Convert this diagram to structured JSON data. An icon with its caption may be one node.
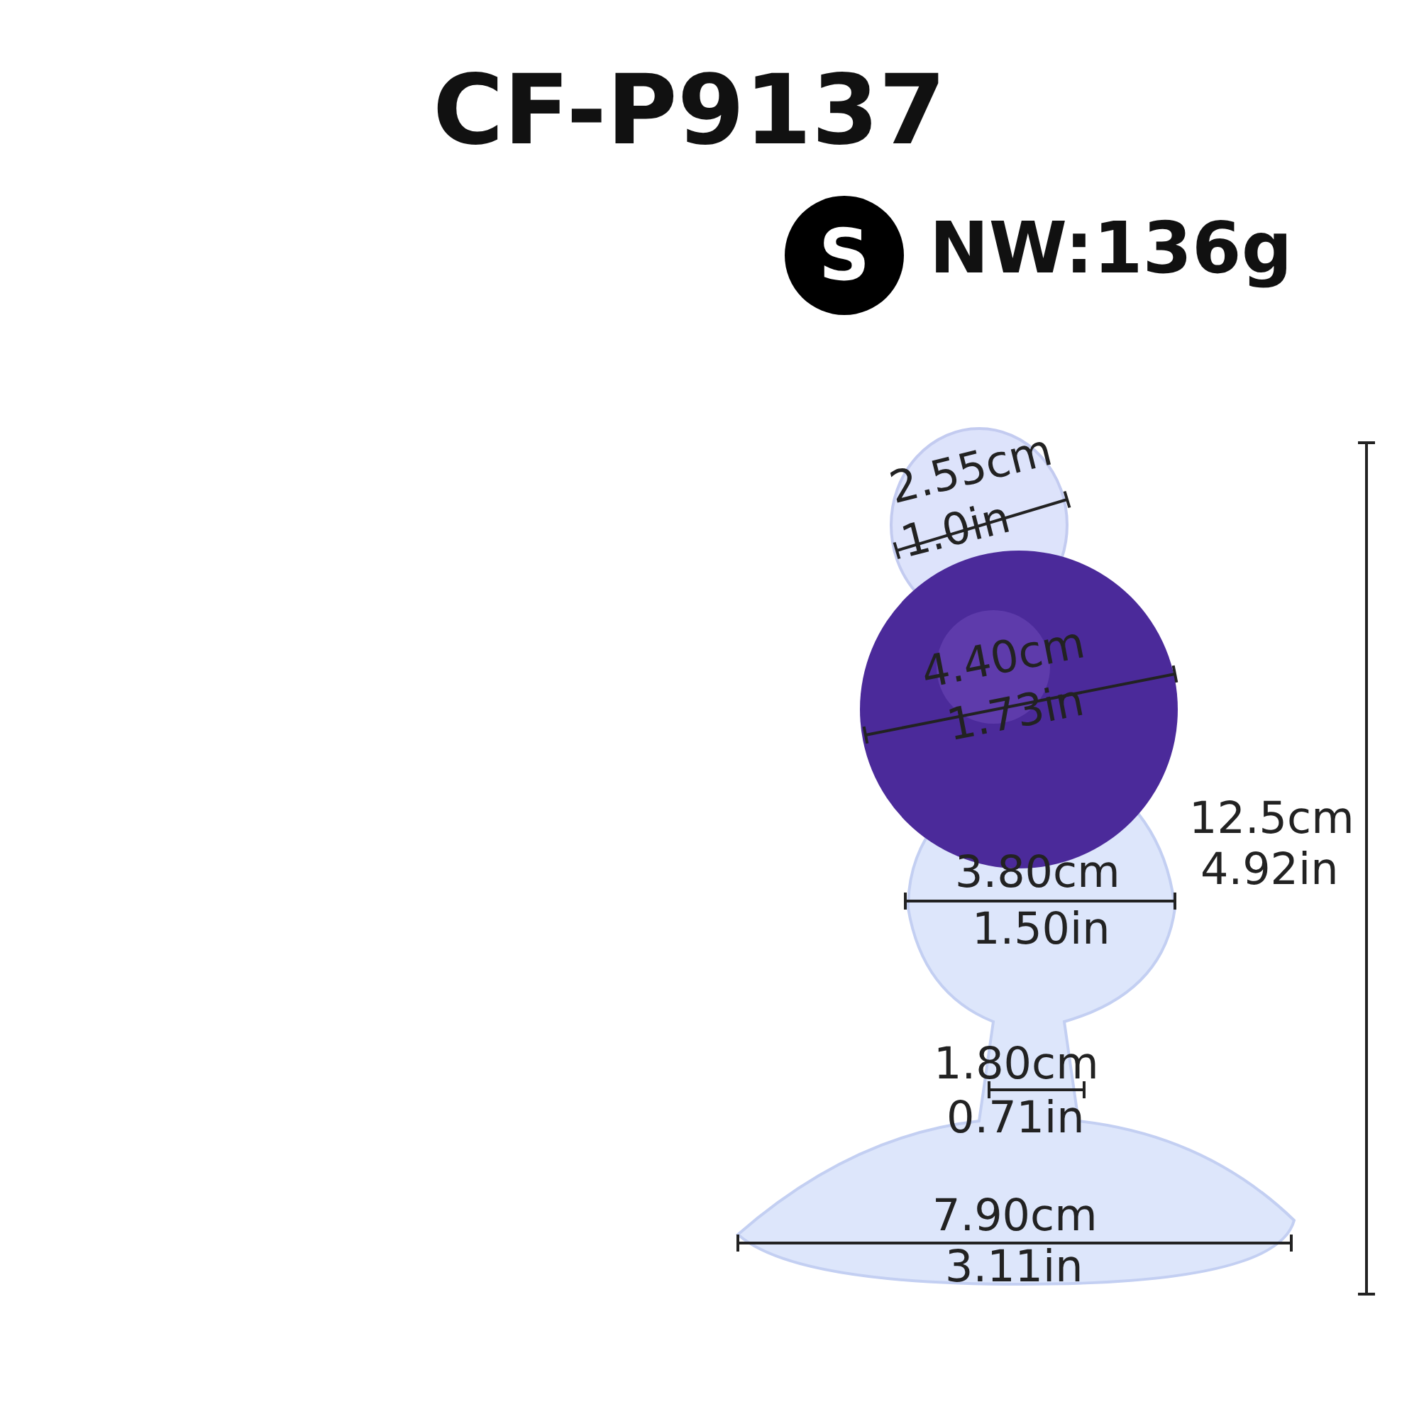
{
  "diagram": {
    "title": "CF-P9137",
    "nodes": [
      {
        "text": [
          "S"
        ]
      }
    ],
    "labels": [
      "NW:136g",
      "2.55cm",
      "1.0in",
      "4.40cm",
      "1.73in",
      "12.5cm",
      "4.92in",
      "3.80cm",
      "1.50in",
      "1.80cm",
      "0.71in",
      "7.90cm",
      "3.11in"
    ]
  }
}
